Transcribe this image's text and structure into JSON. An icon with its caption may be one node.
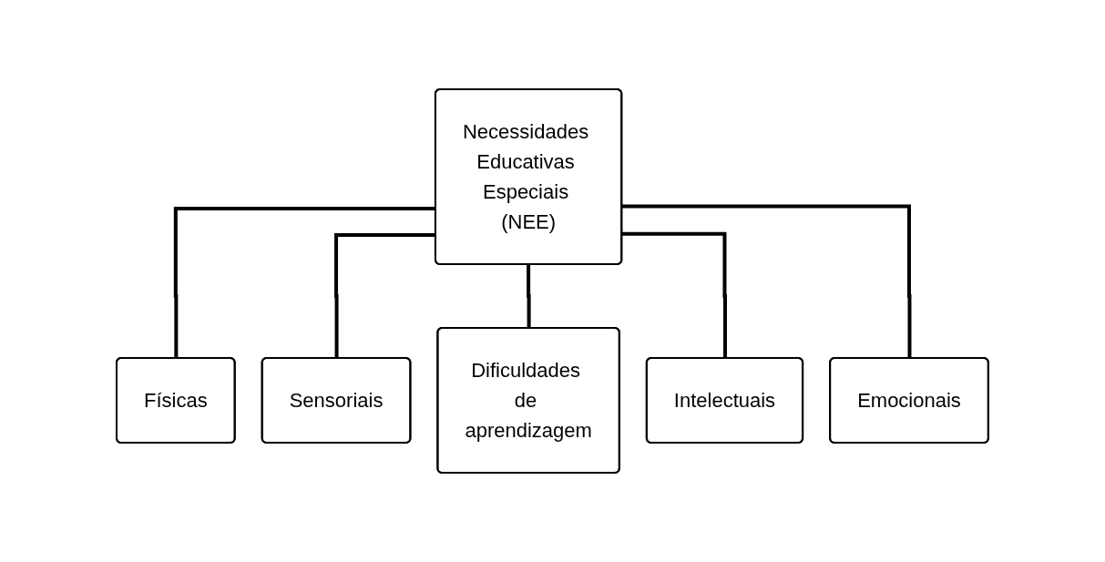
{
  "diagram": {
    "nodes": [
      {
        "text": [
          "Necessidades Educativas Especiais (NEE)"
        ]
      },
      {
        "text": [
          "Físicas"
        ]
      },
      {
        "text": [
          "Sensoriais"
        ]
      },
      {
        "text": [
          "Dificuldades de aprendizagem"
        ]
      },
      {
        "text": [
          "Intelectuais"
        ]
      },
      {
        "text": [
          "Emocionais"
        ]
      }
    ],
    "edges": [
      {
        "from": 0,
        "to": 1,
        "arrow": "none"
      },
      {
        "from": 0,
        "to": 2,
        "arrow": "none"
      },
      {
        "from": 0,
        "to": 3,
        "arrow": "none"
      },
      {
        "from": 0,
        "to": 4,
        "arrow": "none"
      },
      {
        "from": 0,
        "to": 5,
        "arrow": "none"
      }
    ]
  }
}
